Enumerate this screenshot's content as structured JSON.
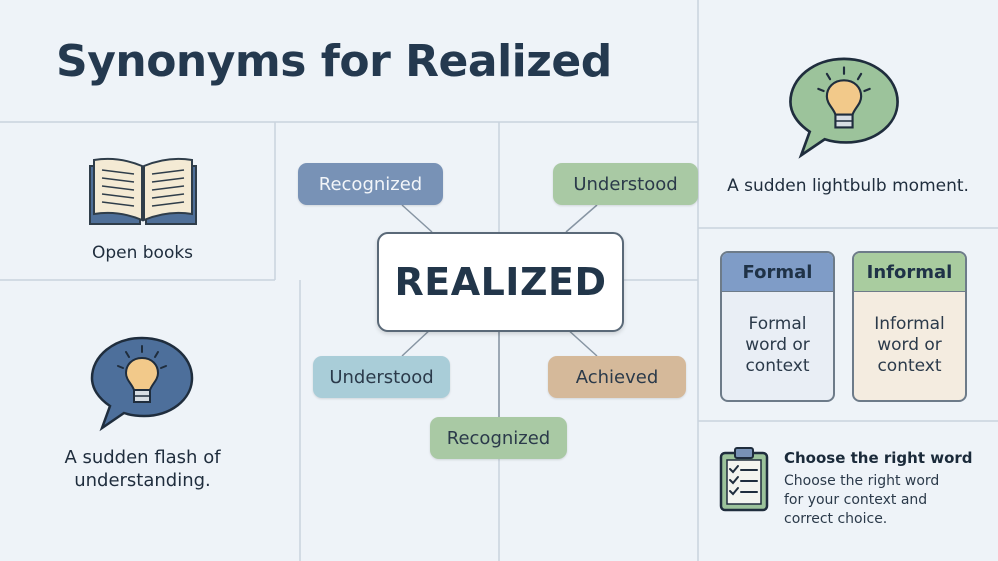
{
  "title": "Synonyms for Realized",
  "center_word": "REALIZED",
  "synonyms": [
    {
      "label": "Recognized",
      "color": "#7892b6"
    },
    {
      "label": "Understood",
      "color": "#a9c9a4"
    },
    {
      "label": "Understood",
      "color": "#a9cdd8"
    },
    {
      "label": "Achieved",
      "color": "#d5b99a"
    },
    {
      "label": "Recognized",
      "color": "#a9c9a4"
    }
  ],
  "panels": {
    "books": {
      "caption": "Open books",
      "icon": "open-book-icon"
    },
    "flash": {
      "caption_line1": "A sudden flash of",
      "caption_line2": "understanding.",
      "icon": "lightbulb-speech-bubble-icon",
      "bubble_color": "#4d6f9b"
    },
    "moment": {
      "caption": "A sudden lightbulb moment.",
      "icon": "lightbulb-speech-bubble-icon",
      "bubble_color": "#9cc39b"
    }
  },
  "register": {
    "formal": {
      "header": "Formal",
      "line1": "Formal",
      "line2": "word or",
      "line3": "context",
      "header_color": "#7f9cc7",
      "body_color": "#e9eef5"
    },
    "informal": {
      "header": "Informal",
      "line1": "Informal",
      "line2": "word or",
      "line3": "context",
      "header_color": "#a9cc9f",
      "body_color": "#f4ece0"
    }
  },
  "tip": {
    "title": "Choose the right word",
    "text_line1": "Choose the right word",
    "text_line2": "for your context and",
    "text_line3": "correct choice.",
    "icon": "clipboard-checklist-icon"
  },
  "colors": {
    "background": "#eef3f8",
    "grid_line": "#c9d3dd",
    "title": "#24394f"
  }
}
